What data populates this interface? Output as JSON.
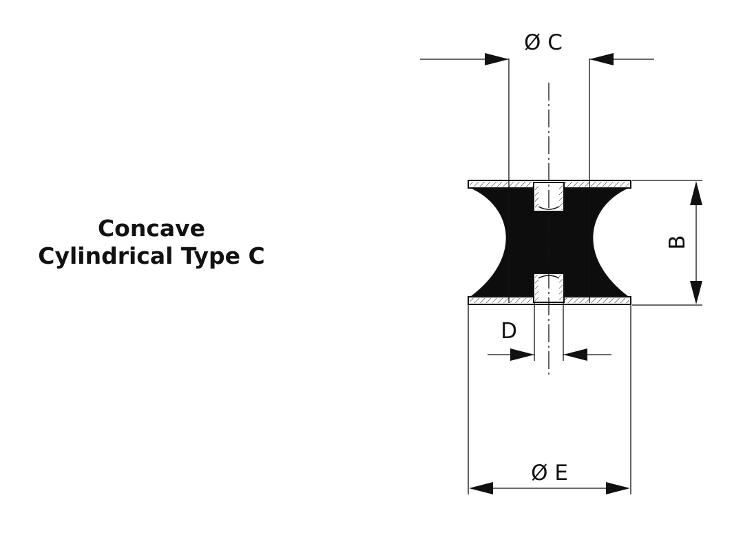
{
  "title": {
    "line1": "Concave",
    "line2": "Cylindrical Type C"
  },
  "dimensions": {
    "c": "Ø C",
    "b": "B",
    "d": "D",
    "e": "Ø E"
  },
  "colors": {
    "rubber": "#0d0d0d",
    "line": "#111111",
    "plate": "#ffffff"
  }
}
